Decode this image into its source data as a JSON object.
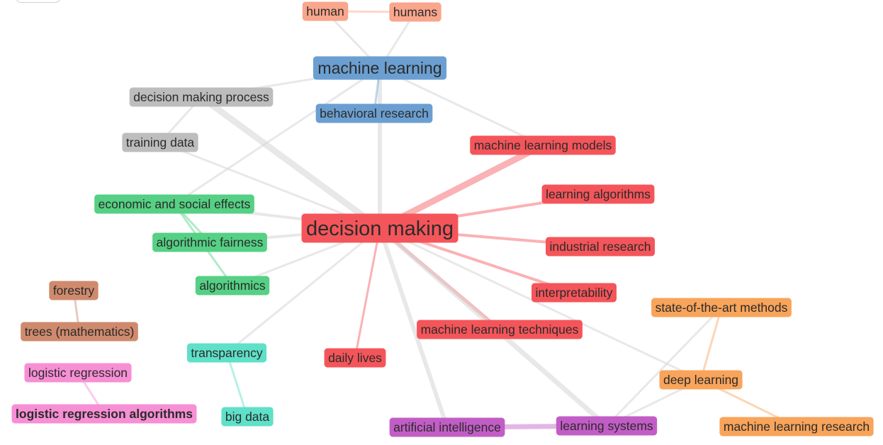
{
  "nodes": [
    {
      "id": "decision_making",
      "label": "decision making",
      "cluster": "red",
      "size": "xl"
    },
    {
      "id": "machine_learning",
      "label": "machine learning",
      "cluster": "blue",
      "size": "l"
    },
    {
      "id": "behavioral_research",
      "label": "behavioral research",
      "cluster": "blue",
      "size": "m"
    },
    {
      "id": "human",
      "label": "human",
      "cluster": "salmon",
      "size": "m"
    },
    {
      "id": "humans",
      "label": "humans",
      "cluster": "salmon",
      "size": "m"
    },
    {
      "id": "decision_making_process",
      "label": "decision making process",
      "cluster": "gray",
      "size": "m"
    },
    {
      "id": "training_data",
      "label": "training data",
      "cluster": "gray",
      "size": "m"
    },
    {
      "id": "machine_learning_models",
      "label": "machine learning models",
      "cluster": "red",
      "size": "m"
    },
    {
      "id": "learning_algorithms",
      "label": "learning algorithms",
      "cluster": "red",
      "size": "m"
    },
    {
      "id": "industrial_research",
      "label": "industrial research",
      "cluster": "red",
      "size": "m"
    },
    {
      "id": "interpretability",
      "label": "interpretability",
      "cluster": "red",
      "size": "m"
    },
    {
      "id": "machine_learning_techniques",
      "label": "machine learning techniques",
      "cluster": "red",
      "size": "m"
    },
    {
      "id": "daily_lives",
      "label": "daily lives",
      "cluster": "red",
      "size": "m"
    },
    {
      "id": "economic_and_social_effects",
      "label": "economic and social effects",
      "cluster": "green",
      "size": "m"
    },
    {
      "id": "algorithmic_fairness",
      "label": "algorithmic fairness",
      "cluster": "green",
      "size": "m"
    },
    {
      "id": "algorithmics",
      "label": "algorithmics",
      "cluster": "green",
      "size": "m"
    },
    {
      "id": "forestry",
      "label": "forestry",
      "cluster": "brown",
      "size": "m"
    },
    {
      "id": "trees_mathematics",
      "label": "trees (mathematics)",
      "cluster": "brown",
      "size": "m"
    },
    {
      "id": "logistic_regression",
      "label": "logistic regression",
      "cluster": "pink",
      "size": "m"
    },
    {
      "id": "logistic_regression_algorithms",
      "label": "logistic regression algorithms",
      "cluster": "pink",
      "size": "m",
      "bold": true
    },
    {
      "id": "transparency",
      "label": "transparency",
      "cluster": "teal",
      "size": "m"
    },
    {
      "id": "big_data",
      "label": "big data",
      "cluster": "teal",
      "size": "m"
    },
    {
      "id": "artificial_intelligence",
      "label": "artificial intelligence",
      "cluster": "purple",
      "size": "m"
    },
    {
      "id": "learning_systems",
      "label": "learning systems",
      "cluster": "purple",
      "size": "m"
    },
    {
      "id": "state_of_the_art_methods",
      "label": "state-of-the-art methods",
      "cluster": "orange",
      "size": "m"
    },
    {
      "id": "deep_learning",
      "label": "deep learning",
      "cluster": "orange",
      "size": "m"
    },
    {
      "id": "machine_learning_research",
      "label": "machine learning research",
      "cluster": "orange",
      "size": "m"
    }
  ],
  "edges": [
    {
      "from": "human",
      "to": "humans",
      "color": "salmon",
      "weight": 3
    },
    {
      "from": "human",
      "to": "machine_learning",
      "color": "gray",
      "weight": 3
    },
    {
      "from": "humans",
      "to": "machine_learning",
      "color": "gray",
      "weight": 3
    },
    {
      "from": "machine_learning",
      "to": "decision_making",
      "color": "gray",
      "weight": 6
    },
    {
      "from": "machine_learning",
      "to": "decision_making_process",
      "color": "gray",
      "weight": 3
    },
    {
      "from": "machine_learning",
      "to": "behavioral_research",
      "color": "blue",
      "weight": 3
    },
    {
      "from": "machine_learning",
      "to": "machine_learning_models",
      "color": "gray",
      "weight": 3
    },
    {
      "from": "machine_learning",
      "to": "economic_and_social_effects",
      "color": "gray",
      "weight": 3
    },
    {
      "from": "decision_making_process",
      "to": "decision_making",
      "color": "gray",
      "weight": 9
    },
    {
      "from": "decision_making_process",
      "to": "training_data",
      "color": "gray",
      "weight": 3
    },
    {
      "from": "training_data",
      "to": "decision_making",
      "color": "gray",
      "weight": 3
    },
    {
      "from": "decision_making",
      "to": "machine_learning_models",
      "color": "red",
      "weight": 9
    },
    {
      "from": "decision_making",
      "to": "learning_algorithms",
      "color": "red",
      "weight": 4
    },
    {
      "from": "decision_making",
      "to": "industrial_research",
      "color": "red",
      "weight": 4
    },
    {
      "from": "decision_making",
      "to": "interpretability",
      "color": "red",
      "weight": 4
    },
    {
      "from": "decision_making",
      "to": "machine_learning_techniques",
      "color": "red",
      "weight": 5
    },
    {
      "from": "decision_making",
      "to": "daily_lives",
      "color": "red",
      "weight": 3
    },
    {
      "from": "decision_making",
      "to": "economic_and_social_effects",
      "color": "gray",
      "weight": 4
    },
    {
      "from": "decision_making",
      "to": "algorithmic_fairness",
      "color": "gray",
      "weight": 4
    },
    {
      "from": "decision_making",
      "to": "algorithmics",
      "color": "gray",
      "weight": 3
    },
    {
      "from": "decision_making",
      "to": "transparency",
      "color": "gray",
      "weight": 3
    },
    {
      "from": "decision_making",
      "to": "artificial_intelligence",
      "color": "gray",
      "weight": 6
    },
    {
      "from": "decision_making",
      "to": "learning_systems",
      "color": "gray",
      "weight": 7
    },
    {
      "from": "decision_making",
      "to": "deep_learning",
      "color": "gray",
      "weight": 3
    },
    {
      "from": "economic_and_social_effects",
      "to": "algorithmics",
      "color": "green",
      "weight": 3
    },
    {
      "from": "algorithmic_fairness",
      "to": "economic_and_social_effects",
      "color": "green",
      "weight": 3
    },
    {
      "from": "forestry",
      "to": "trees_mathematics",
      "color": "brown",
      "weight": 3
    },
    {
      "from": "logistic_regression",
      "to": "logistic_regression_algorithms",
      "color": "pink",
      "weight": 3
    },
    {
      "from": "transparency",
      "to": "big_data",
      "color": "teal",
      "weight": 3
    },
    {
      "from": "artificial_intelligence",
      "to": "learning_systems",
      "color": "purple",
      "weight": 7
    },
    {
      "from": "learning_systems",
      "to": "deep_learning",
      "color": "gray",
      "weight": 3
    },
    {
      "from": "learning_systems",
      "to": "state_of_the_art_methods",
      "color": "gray",
      "weight": 3
    },
    {
      "from": "state_of_the_art_methods",
      "to": "deep_learning",
      "color": "orange",
      "weight": 3
    },
    {
      "from": "deep_learning",
      "to": "machine_learning_research",
      "color": "orange",
      "weight": 3
    }
  ],
  "colors": {
    "red": "#f4555a",
    "blue": "#6b9fd1",
    "salmon": "#f9a68c",
    "gray": "#bdbdbd",
    "green": "#55d084",
    "brown": "#cf8a6d",
    "pink": "#f78fd5",
    "teal": "#5fe0c8",
    "purple": "#c25dc6",
    "orange": "#f8a45b",
    "edge_gray": "#d9d9d9"
  }
}
